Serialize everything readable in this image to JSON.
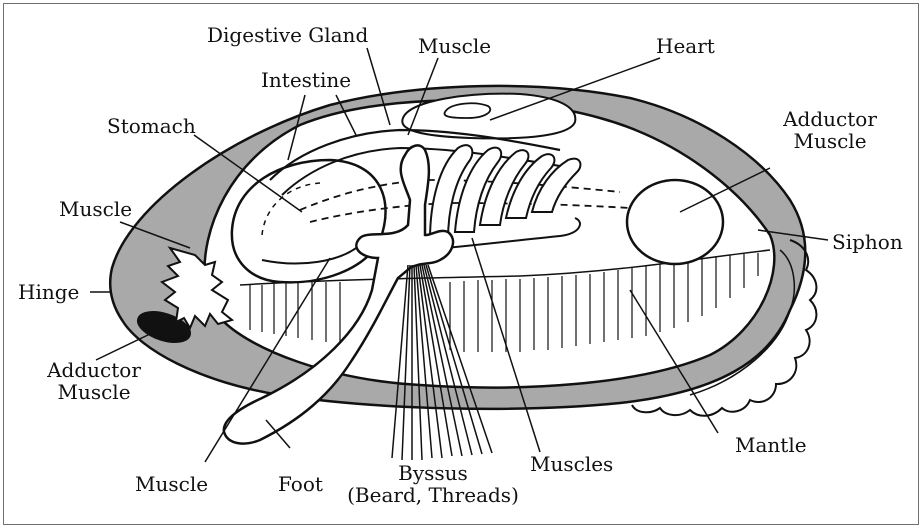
{
  "diagram": {
    "labels": {
      "digestive_gland": "Digestive Gland",
      "muscle_top": "Muscle",
      "heart": "Heart",
      "intestine": "Intestine",
      "stomach": "Stomach",
      "adductor_right_1": "Adductor",
      "adductor_right_2": "Muscle",
      "muscle_left": "Muscle",
      "siphon": "Siphon",
      "hinge": "Hinge",
      "adductor_left_1": "Adductor",
      "adductor_left_2": "Muscle",
      "muscle_bottom": "Muscle",
      "foot": "Foot",
      "byssus_1": "Byssus",
      "byssus_2": "(Beard, Threads)",
      "muscles": "Muscles",
      "mantle": "Mantle"
    },
    "colors": {
      "shell_gray": "#a9a9a9",
      "line": "#111111",
      "frame": "#6f6f6f"
    }
  }
}
